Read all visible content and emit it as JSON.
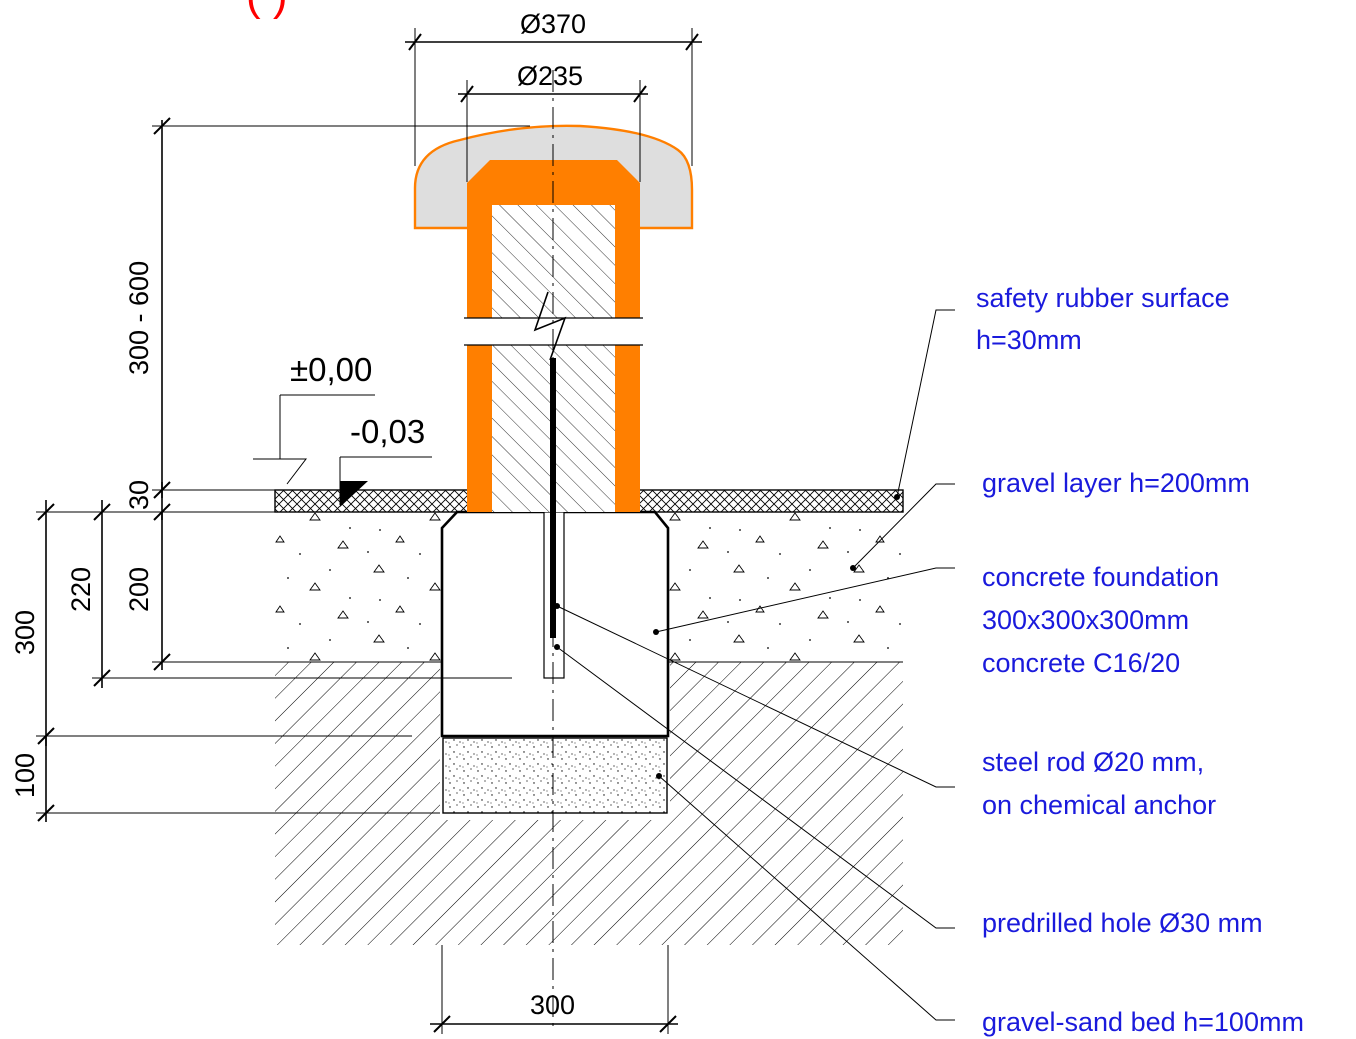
{
  "header": {
    "partial_mark": "( )"
  },
  "dimensions": {
    "top_diameter": "Ø370",
    "post_diameter": "Ø235",
    "post_height": "300 - 600",
    "surface_thickness": "30",
    "depth_220": "220",
    "depth_200": "200",
    "depth_300": "300",
    "bed_100": "100",
    "foundation_width": "300"
  },
  "elevations": {
    "zero": "±0,00",
    "surface": "-0,03"
  },
  "labels": {
    "rubber_line1": "safety rubber surface",
    "rubber_line2": "h=30mm",
    "gravel": "gravel layer h=200mm",
    "foundation_line1": "concrete foundation",
    "foundation_line2": "300x300x300mm",
    "foundation_line3": "concrete C16/20",
    "rod_line1": "steel rod Ø20 mm,",
    "rod_line2": "on chemical anchor",
    "hole": "predrilled hole Ø30 mm",
    "bed": "gravel-sand bed h=100mm"
  },
  "colors": {
    "post": "#ff7f00",
    "cap_fill": "#dedede",
    "labels": "#1a1adc",
    "partial_mark": "#ff0000"
  }
}
